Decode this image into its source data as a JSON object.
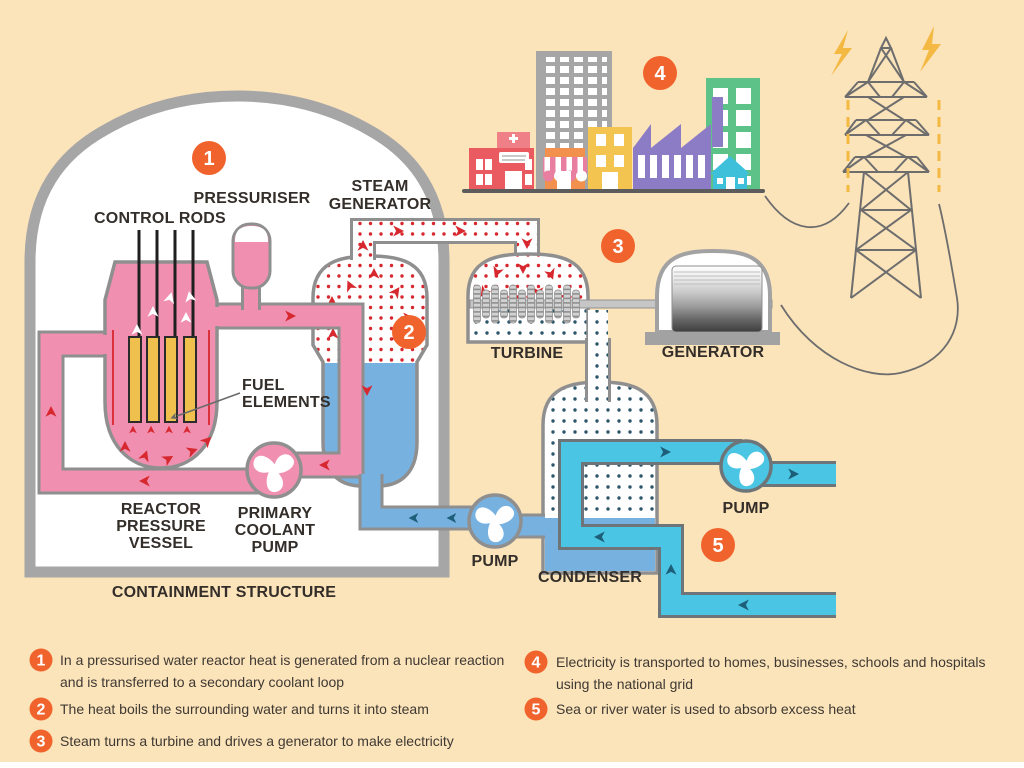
{
  "diagram": {
    "labels": {
      "pressuriser": "PRESSURISER",
      "control_rods": "CONTROL RODS",
      "steam_generator": [
        "STEAM",
        "GENERATOR"
      ],
      "fuel_elements": [
        "FUEL",
        "ELEMENTS"
      ],
      "reactor_pressure_vessel": [
        "REACTOR",
        "PRESSURE",
        "VESSEL"
      ],
      "primary_coolant_pump": [
        "PRIMARY",
        "COOLANT",
        "PUMP"
      ],
      "containment_structure": "CONTAINMENT STRUCTURE",
      "turbine": "TURBINE",
      "generator": "GENERATOR",
      "condenser": "CONDENSER",
      "pump_feedwater": "PUMP",
      "pump_circulating": "PUMP"
    },
    "badges": [
      "1",
      "2",
      "3",
      "4",
      "5"
    ]
  },
  "legend": {
    "items": [
      {
        "num": "1",
        "lines": [
          "In a pressurised water reactor heat is generated from a nuclear reaction",
          "and is transferred to a secondary coolant loop"
        ]
      },
      {
        "num": "2",
        "lines": [
          "The heat boils the surrounding water and turns it into steam",
          ""
        ]
      },
      {
        "num": "3",
        "lines": [
          "Steam turns a turbine and drives a generator to make electricity",
          ""
        ]
      },
      {
        "num": "4",
        "lines": [
          "Electricity is transported to homes, businesses, schools and hospitals",
          "using the national grid"
        ]
      },
      {
        "num": "5",
        "lines": [
          "Sea or river water is used to absorb excess heat",
          ""
        ]
      }
    ]
  },
  "colors": {
    "background": "#fbe3ba",
    "badge_orange": "#f1632c",
    "primary_pink": "#f18fb0",
    "water_blue": "#77b1e0",
    "sea_cyan": "#4ac6e4",
    "steam_red": "#d7282f",
    "condensate_navy": "#2e566b",
    "fuel_yellow": "#efc04d",
    "structure_gray": "#a6a6a6"
  }
}
